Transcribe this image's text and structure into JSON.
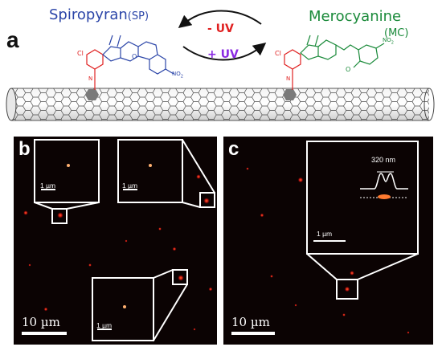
{
  "panel_a": {
    "letter": "a",
    "left_molecule": {
      "name": "Spiropyran",
      "abbr": "(SP)",
      "color": "#2b45a8"
    },
    "right_molecule": {
      "name": "Merocyanine",
      "abbr": "(MC)",
      "color": "#1a8a3a"
    },
    "arrow_top_label": "- UV",
    "arrow_top_color": "#e02020",
    "arrow_bottom_label": "+ UV",
    "arrow_bottom_color": "#8a2be2",
    "atoms": {
      "cl": "Cl",
      "o": "O",
      "no2": "NO",
      "no2_sub": "2",
      "n": "N"
    }
  },
  "panel_b": {
    "letter": "b",
    "scalebar_main": "10 µm",
    "inset_scalebar": "1 µm"
  },
  "panel_c": {
    "letter": "c",
    "scalebar_main": "10 µm",
    "inset_scalebar": "1 µm",
    "profile_label": "320 nm"
  }
}
